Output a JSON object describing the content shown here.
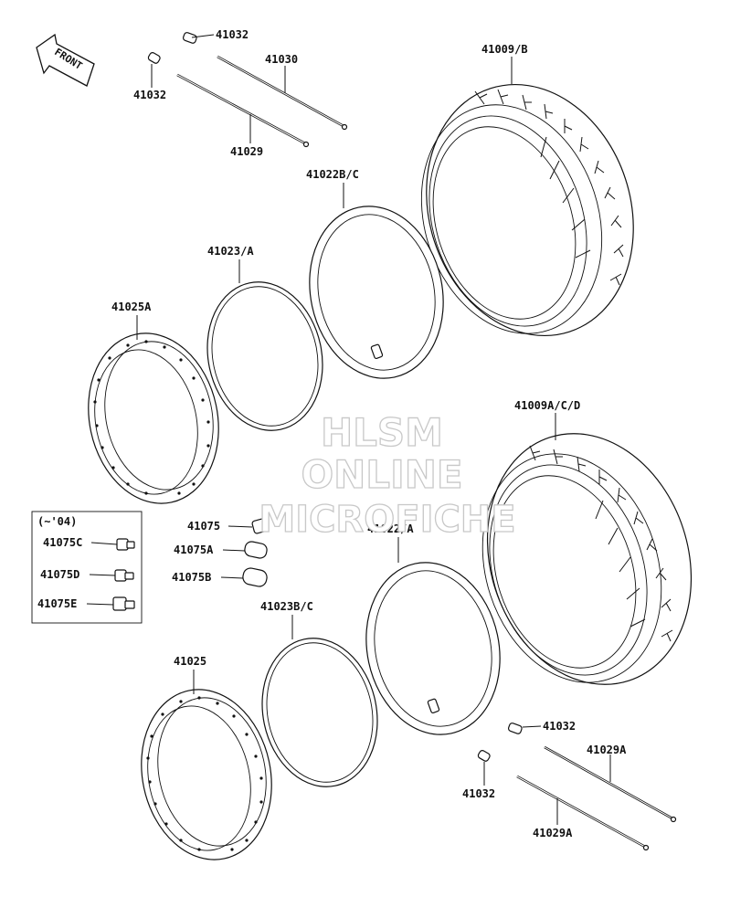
{
  "front_arrow": {
    "label": "FRONT"
  },
  "labels": {
    "p41032_a": "41032",
    "p41032_b": "41032",
    "p41030": "41030",
    "p41029": "41029",
    "p41009B": "41009/B",
    "p41022BC": "41022B/C",
    "p41023A": "41023/A",
    "p41025A": "41025A",
    "p41009ACD": "41009A/C/D",
    "p41075": "41075",
    "p41075A": "41075A",
    "p41075B": "41075B",
    "p41022A": "41022/A",
    "p41023BC": "41023B/C",
    "p41025": "41025",
    "p41032_c": "41032",
    "p41032_d": "41032",
    "p41029A_a": "41029A",
    "p41029A_b": "41029A"
  },
  "inset_box": {
    "title": "(~'04)",
    "items": [
      "41075C",
      "41075D",
      "41075E"
    ]
  },
  "watermark": {
    "line1": "HLSM",
    "line2": "ONLINE",
    "line3": "MICROFICHE"
  }
}
